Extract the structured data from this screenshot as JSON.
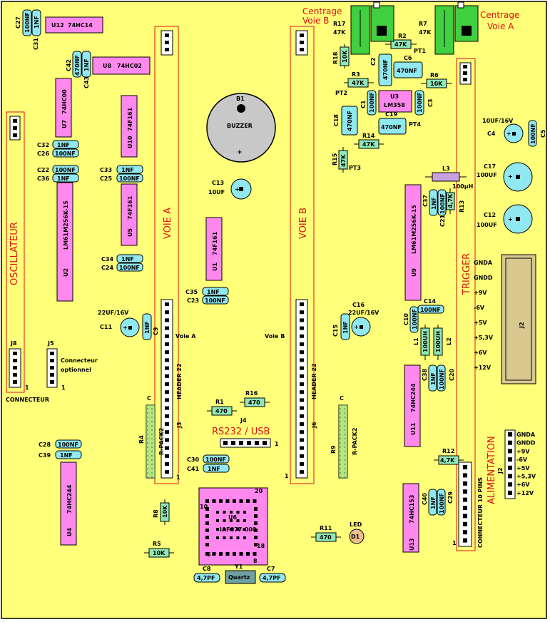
{
  "colors": {
    "board": "#ffff7a",
    "ic": "#ff88ee",
    "cap": "#90e8f0",
    "res": "#90e8b8",
    "pin_zone": "#e01010",
    "rpack": "#7cd080",
    "trim": "#40d040",
    "buzzer": "#c8c8c8",
    "led": "#f0c090"
  },
  "region_labels": {
    "oscillateur": "OSCILLATEUR",
    "voie_a": "VOIE A",
    "voie_b": "VOIE B",
    "trigger": "TRIGGER",
    "alimentation": "ALIMENTATION",
    "rs232": "RS232 / USB",
    "centrage_b": [
      "Centrage",
      "Voie B"
    ],
    "centrage_a": [
      "Centrage",
      "Voie A"
    ]
  },
  "ics": [
    {
      "id": "u12",
      "ref": "U12",
      "type": "74HC14"
    },
    {
      "id": "u8",
      "ref": "U8",
      "type": "74HC02"
    },
    {
      "id": "u7",
      "ref": "U7",
      "type": "74HC00"
    },
    {
      "id": "u10",
      "ref": "U10",
      "type": "74F161"
    },
    {
      "id": "u2",
      "ref": "U2",
      "type": "LM61M256K-15"
    },
    {
      "id": "u5",
      "ref": "U5",
      "type": "74F161"
    },
    {
      "id": "u1",
      "ref": "U1",
      "type": "74F161"
    },
    {
      "id": "u9",
      "ref": "U9",
      "type": "LM61M256K-15"
    },
    {
      "id": "u11",
      "ref": "U11",
      "type": "74HC244"
    },
    {
      "id": "u4",
      "ref": "U4",
      "type": "74HC244"
    },
    {
      "id": "u13",
      "ref": "U13",
      "type": "74HC153"
    },
    {
      "id": "u3",
      "ref": "U3",
      "type": "LM358"
    }
  ],
  "caps": [
    {
      "id": "c27",
      "ref": "C27",
      "value": "100NF"
    },
    {
      "id": "c31",
      "ref": "C31",
      "value": "1NF"
    },
    {
      "id": "c42",
      "ref": "C42",
      "value": "470NF"
    },
    {
      "id": "c43",
      "ref": "C43",
      "value": "1NF"
    },
    {
      "id": "c32",
      "ref": "C32",
      "value": "1NF"
    },
    {
      "id": "c26",
      "ref": "C26",
      "value": "100NF"
    },
    {
      "id": "c22",
      "ref": "C22",
      "value": "100NF"
    },
    {
      "id": "c36",
      "ref": "C36",
      "value": "1NF"
    },
    {
      "id": "c33",
      "ref": "C33",
      "value": "1NF"
    },
    {
      "id": "c25",
      "ref": "C25",
      "value": "100NF"
    },
    {
      "id": "c34",
      "ref": "C34",
      "value": "1NF"
    },
    {
      "id": "c24",
      "ref": "C24",
      "value": "100NF"
    },
    {
      "id": "c35",
      "ref": "C35",
      "value": "1NF"
    },
    {
      "id": "c23",
      "ref": "C23",
      "value": "100NF"
    },
    {
      "id": "c9",
      "ref": "C9",
      "value": "1NF"
    },
    {
      "id": "c15",
      "ref": "C15",
      "value": "1NF"
    },
    {
      "id": "c28",
      "ref": "C28",
      "value": "100NF"
    },
    {
      "id": "c39",
      "ref": "C39",
      "value": "1NF"
    },
    {
      "id": "c30",
      "ref": "C30",
      "value": "100NF"
    },
    {
      "id": "c41",
      "ref": "C41",
      "value": "1NF"
    },
    {
      "id": "c2",
      "ref": "C2",
      "value": "470NF"
    },
    {
      "id": "c6",
      "ref": "C6",
      "value": "470NF"
    },
    {
      "id": "c1",
      "ref": "C1",
      "value": "100NF"
    },
    {
      "id": "c3",
      "ref": "C3",
      "value": "100NF"
    },
    {
      "id": "c18",
      "ref": "C18",
      "value": "470NF"
    },
    {
      "id": "c19",
      "ref": "C19",
      "value": "470NF"
    },
    {
      "id": "c37",
      "ref": "C37",
      "value": "1NF"
    },
    {
      "id": "c21",
      "ref": "C21",
      "value": "100NF"
    },
    {
      "id": "c14",
      "ref": "C14",
      "value": "100NF"
    },
    {
      "id": "c10",
      "ref": "C10",
      "value": "100NF"
    },
    {
      "id": "c38",
      "ref": "C38",
      "value": "1NF"
    },
    {
      "id": "c20",
      "ref": "C20",
      "value": "100NF"
    },
    {
      "id": "c40",
      "ref": "C40",
      "value": "1NF"
    },
    {
      "id": "c29",
      "ref": "C29",
      "value": "100NF"
    },
    {
      "id": "c5",
      "ref": "C5",
      "value": "100NF"
    },
    {
      "id": "c8",
      "ref": "C8",
      "value": "4,7PF"
    },
    {
      "id": "c7",
      "ref": "C7",
      "value": "4,7PF"
    }
  ],
  "elcaps": [
    {
      "id": "c13",
      "ref": "C13",
      "value": "10UF"
    },
    {
      "id": "c11",
      "ref": "C11",
      "value": "22UF/16V"
    },
    {
      "id": "c16",
      "ref": "C16",
      "value": "22UF/16V"
    },
    {
      "id": "c4",
      "ref": "C4",
      "value": "10UF/16V"
    },
    {
      "id": "c17",
      "ref": "C17",
      "value": "100UF"
    },
    {
      "id": "c12",
      "ref": "C12",
      "value": "100UF"
    }
  ],
  "resistors": [
    {
      "id": "r18",
      "ref": "R18",
      "value": "10K"
    },
    {
      "id": "r2",
      "ref": "R2",
      "value": "47K"
    },
    {
      "id": "r3",
      "ref": "R3",
      "value": "47K"
    },
    {
      "id": "r6",
      "ref": "R6",
      "value": "10K"
    },
    {
      "id": "r14",
      "ref": "R14",
      "value": "47K"
    },
    {
      "id": "r15",
      "ref": "R15",
      "value": "47K"
    },
    {
      "id": "r13",
      "ref": "R13",
      "value": "4,7K"
    },
    {
      "id": "r1",
      "ref": "R1",
      "value": "470"
    },
    {
      "id": "r16",
      "ref": "R16",
      "value": "470"
    },
    {
      "id": "r12",
      "ref": "R12",
      "value": "4,7K"
    },
    {
      "id": "r8",
      "ref": "R8",
      "value": "10K"
    },
    {
      "id": "r5",
      "ref": "R5",
      "value": "10K"
    },
    {
      "id": "r11",
      "ref": "R11",
      "value": "470"
    }
  ],
  "trimmers": [
    {
      "id": "r17",
      "ref": "R17",
      "value": "47K"
    },
    {
      "id": "r7",
      "ref": "R7",
      "value": "47K"
    }
  ],
  "misc": {
    "pt1": "PT1",
    "pt2": "PT2",
    "pt3": "PT3",
    "pt4": "PT4",
    "b1": "B1",
    "buzzer": "BUZZER",
    "plus": "+",
    "l3": "L3",
    "l3_value": "100µH",
    "l1": "L1",
    "l1_value": "100UH",
    "l2": "L2",
    "l2_value": "100UH",
    "j2": "J2",
    "j3": "J3",
    "j4": "J4",
    "j5": "J5",
    "j6": "J6",
    "j8": "J8",
    "header22": "HEADER 22",
    "voie_a_conn": "Voie A",
    "voie_b_conn": "Voie B",
    "connecteur": "CONNECTEUR",
    "connecteur_opt": [
      "Connecteur",
      "optionnel"
    ],
    "rpack": "R-PACK2",
    "r4": "R4",
    "r9": "R9",
    "c": "C",
    "u6": "U6",
    "u6_part": "IAF077-000",
    "y1": "Y1",
    "quartz": "Quartz",
    "led": "LED",
    "d1": "D1",
    "conn10": "CONNECTEUR 10 PINS",
    "one": "1",
    "pin10": "10",
    "pin20": "20",
    "pin18": "18",
    "pin6": "6",
    "pin8": "8"
  },
  "j2_supply": [
    "GNDA",
    "GNDD",
    "+9V",
    "-6V",
    "+5V",
    "+5,3V",
    "+6V",
    "+12V"
  ],
  "j2b_supply": [
    "GNDA",
    "GNDD",
    "+9V",
    "-6V",
    "+5V",
    "+5,3V",
    "+6V",
    "+12V"
  ]
}
